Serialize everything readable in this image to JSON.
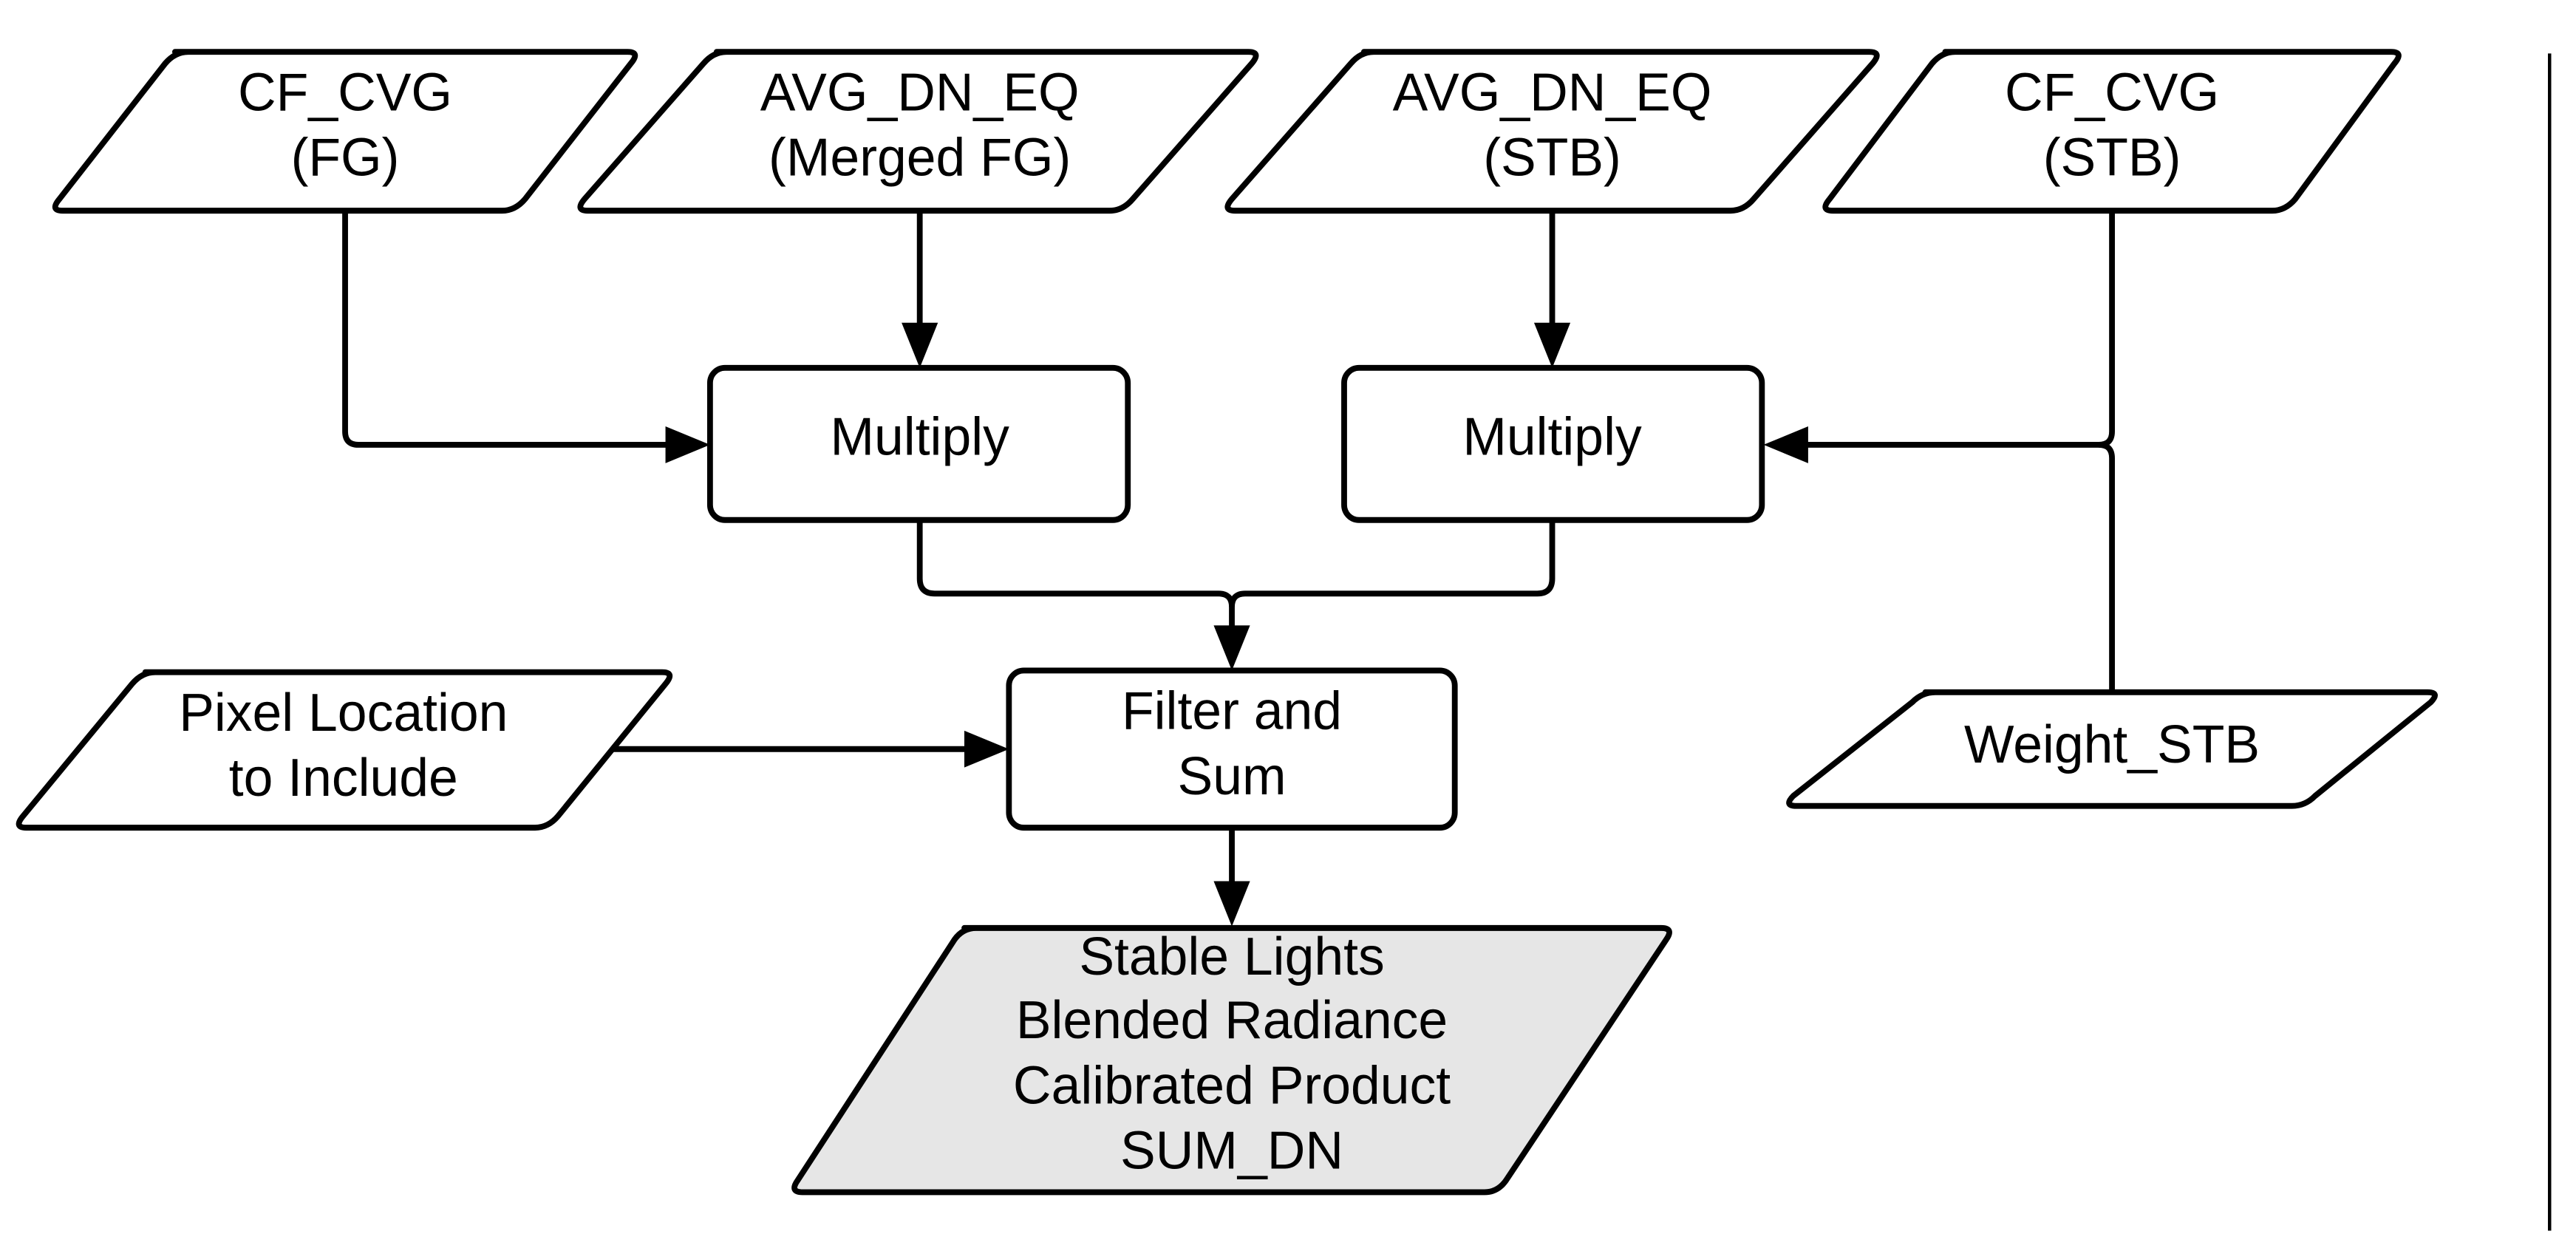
{
  "colors": {
    "stroke": "#000000",
    "fill_default": "#ffffff",
    "fill_output": "#e6e6e6",
    "text": "#000000"
  },
  "nodes": {
    "cf_cvg_fg": {
      "line1": "CF_CVG",
      "line2": "(FG)"
    },
    "avg_dn_eq_merged_fg": {
      "line1": "AVG_DN_EQ",
      "line2": "(Merged FG)"
    },
    "avg_dn_eq_stb": {
      "line1": "AVG_DN_EQ",
      "line2": "(STB)"
    },
    "cf_cvg_stb": {
      "line1": "CF_CVG",
      "line2": "(STB)"
    },
    "multiply_left": {
      "label": "Multiply"
    },
    "multiply_right": {
      "label": "Multiply"
    },
    "pixel_location": {
      "line1": "Pixel Location",
      "line2": "to Include"
    },
    "filter_and_sum": {
      "line1": "Filter and",
      "line2": "Sum"
    },
    "weight_stb": {
      "label": "Weight_STB"
    },
    "output_product": {
      "line1": "Stable Lights",
      "line2": "Blended Radiance",
      "line3": "Calibrated Product",
      "line4": "SUM_DN"
    }
  }
}
